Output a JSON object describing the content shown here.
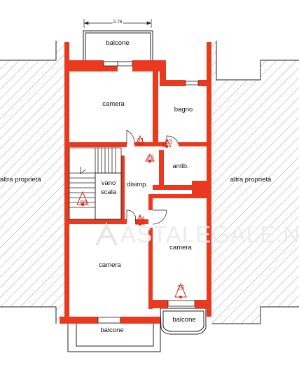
{
  "dimension": {
    "label": "2.78"
  },
  "rooms": {
    "balcone_top": "balcone",
    "camera_top": "camera",
    "bagno": "bagno",
    "antibagno": "antib.",
    "vano_scala_1": "vano",
    "vano_scala_2": "scala",
    "disimpegno": "disimp.",
    "camera_bottom_right": "camera",
    "camera_bottom_left": "camera",
    "balcone_bottom_left": "balcone",
    "balcone_bottom_right": "balcone"
  },
  "neighbors": {
    "left": "altra proprietà",
    "right": "altra proprietà"
  },
  "photo_markers": [
    "21",
    "22",
    "23",
    "20",
    "24",
    "25"
  ],
  "watermark": "ASTALEGALE.NET",
  "colors": {
    "wall": "#e9391e",
    "hatch": "#8a8a8a",
    "marker": "#d62a18",
    "line": "#222222"
  }
}
